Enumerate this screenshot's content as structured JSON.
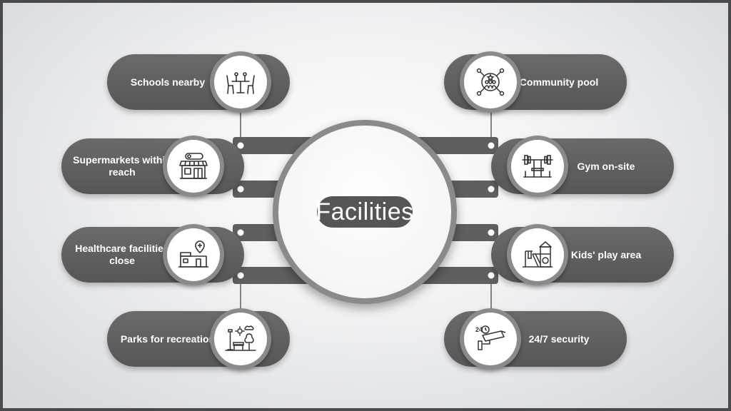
{
  "center": {
    "title": "Facilities"
  },
  "left_items": [
    {
      "label": "Schools nearby",
      "icon": "dining-table-icon"
    },
    {
      "label": "Supermarkets within reach",
      "icon": "storefront-icon"
    },
    {
      "label": "Healthcare facilities close",
      "icon": "hospital-icon"
    },
    {
      "label": "Parks for recreation",
      "icon": "park-icon"
    }
  ],
  "right_items": [
    {
      "label": "Community pool",
      "icon": "community-network-icon"
    },
    {
      "label": "Gym on-site",
      "icon": "barbell-rack-icon"
    },
    {
      "label": "Kids' play area",
      "icon": "playground-icon"
    },
    {
      "label": "24/7 security",
      "icon": "security-camera-icon"
    }
  ],
  "colors": {
    "pill": "#5c5c5c",
    "ring": "#8a8a8a",
    "accent": "#555555"
  }
}
